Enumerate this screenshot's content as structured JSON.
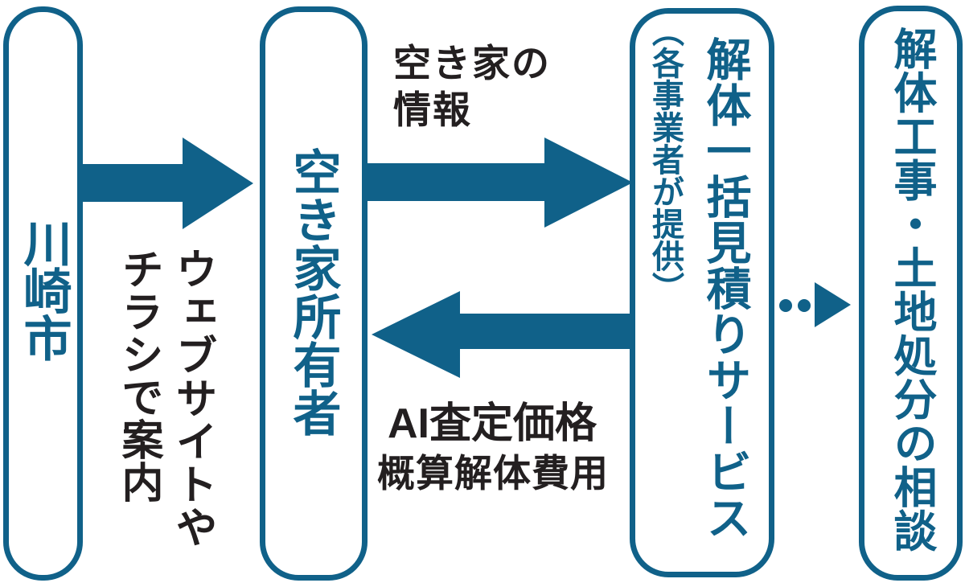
{
  "colors": {
    "accent": "#106189",
    "text_black": "#231f20",
    "background": "#ffffff"
  },
  "diagram_type": "process-flow",
  "nodes": [
    {
      "id": "kawasaki-city",
      "label": "川崎市"
    },
    {
      "id": "vacant-house-owner",
      "label": "空き家所有者"
    },
    {
      "id": "demolition-quote-service",
      "label": "解体一括見積りサービス",
      "sublabel": "（各事業者が提供）"
    },
    {
      "id": "demolition-consultation",
      "label": "解体工事・土地処分の相談"
    }
  ],
  "edges": [
    {
      "from": "kawasaki-city",
      "to": "vacant-house-owner",
      "style": "solid-arrow",
      "direction": "right",
      "label_lines": [
        "ウェブサイトや",
        "チラシで案内"
      ]
    },
    {
      "from": "vacant-house-owner",
      "to": "demolition-quote-service",
      "style": "solid-arrow",
      "direction": "right",
      "label_lines": [
        "空き家の",
        "情報"
      ]
    },
    {
      "from": "demolition-quote-service",
      "to": "vacant-house-owner",
      "style": "solid-arrow",
      "direction": "left",
      "label_lines": [
        "AI査定価格",
        "概算解体費用"
      ]
    },
    {
      "from": "demolition-quote-service",
      "to": "demolition-consultation",
      "style": "dotted-arrow",
      "direction": "right",
      "label_lines": []
    }
  ]
}
